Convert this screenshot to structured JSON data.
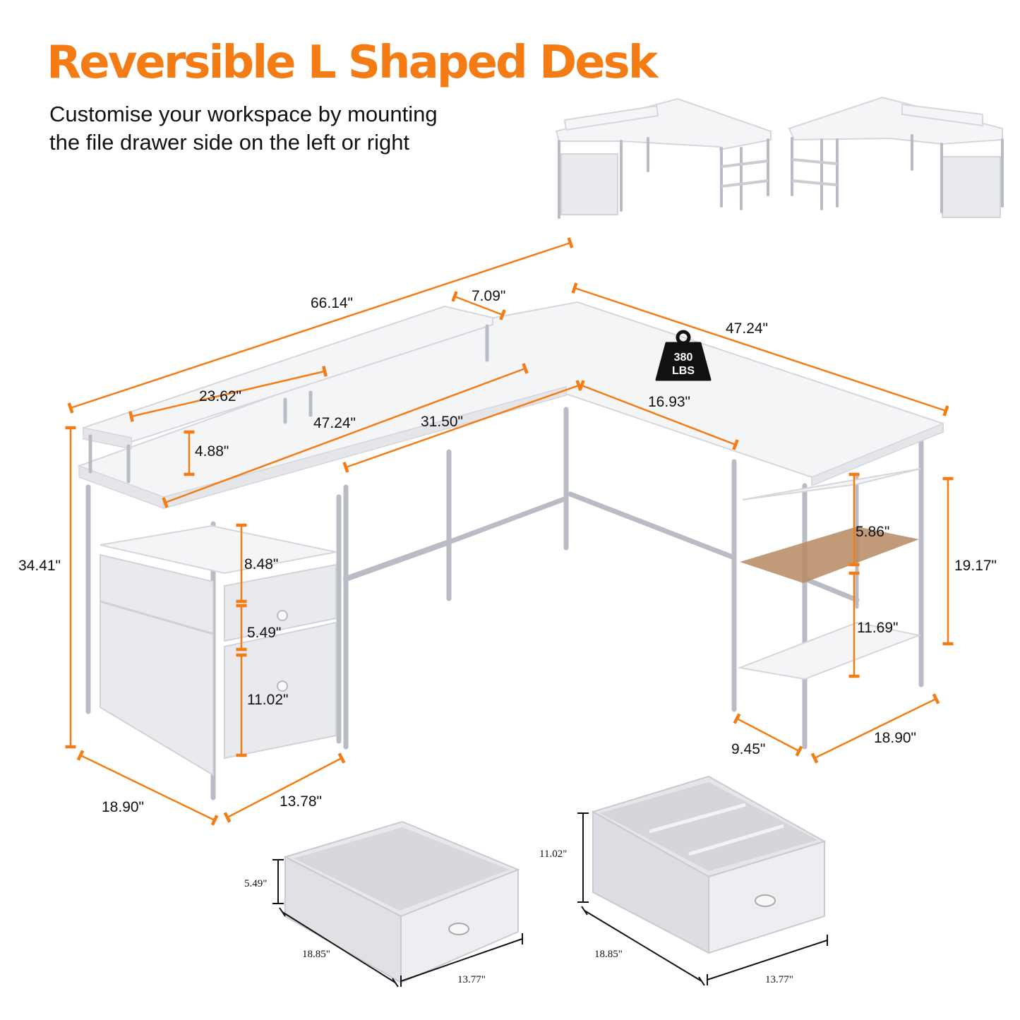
{
  "title": "Reversible L Shaped Desk",
  "subtitle_line1": "Customise your workspace by mounting",
  "subtitle_line2": "the file drawer side on the left or right",
  "weight_badge": {
    "value": "380",
    "unit": "LBS"
  },
  "accent_color": "#f57c14",
  "shelf_accent_color": "#b68a62",
  "dimensions": {
    "overall_width": "66.14\"",
    "riser_depth": "7.09\"",
    "return_length": "47.24\"",
    "riser_length": "23.62\"",
    "main_top": "47.24\"",
    "inner_length": "31.50\"",
    "return_inner_depth": "16.93\"",
    "riser_height": "4.88\"",
    "overall_height": "34.41\"",
    "open_shelf_height": "8.48\"",
    "small_drawer_height": "5.49\"",
    "file_drawer_height": "11.02\"",
    "cabinet_depth": "18.90\"",
    "cabinet_width": "13.78\"",
    "shelf_gap_top": "5.86\"",
    "shelf_unit_height": "19.17\"",
    "shelf_gap_bottom": "11.69\"",
    "shelf_width": "9.45\"",
    "return_depth": "18.90\""
  },
  "small_drawer": {
    "height": "5.49\"",
    "depth": "18.85\"",
    "width": "13.77\""
  },
  "file_drawer": {
    "height": "11.02\"",
    "depth": "18.85\"",
    "width": "13.77\""
  }
}
